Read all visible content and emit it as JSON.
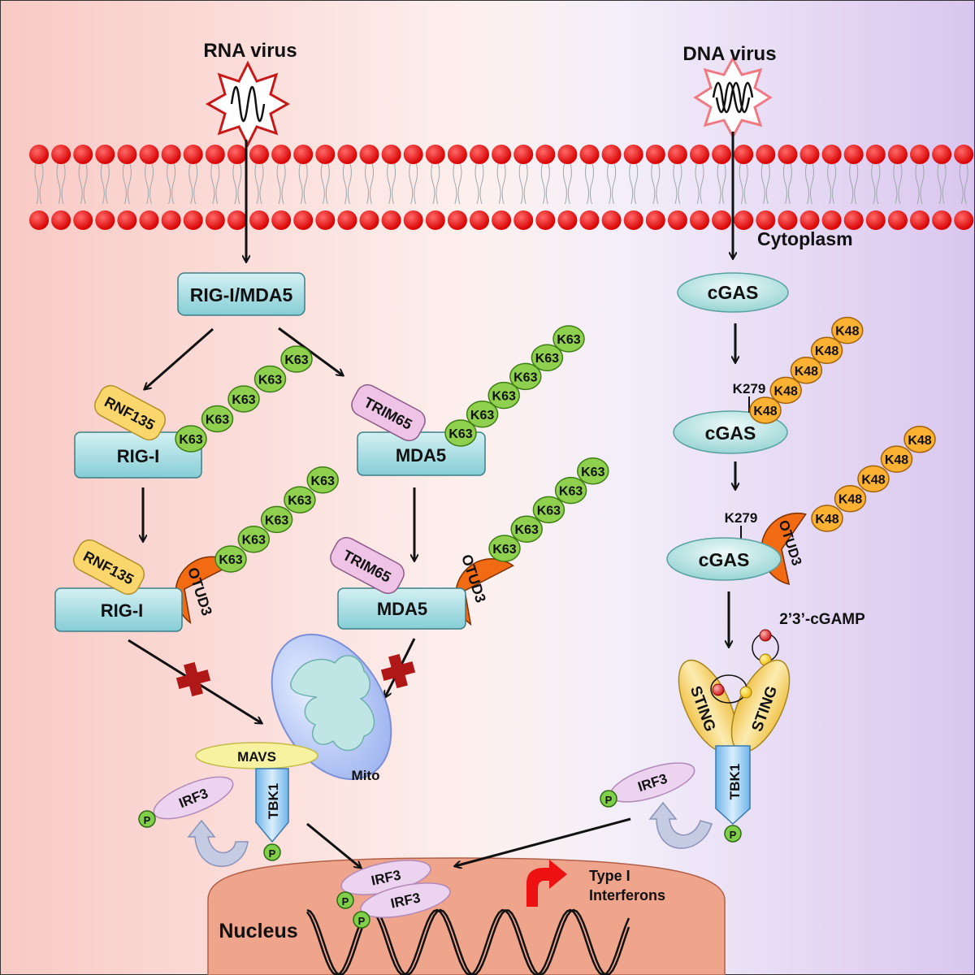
{
  "labels": {
    "rna_virus": "RNA virus",
    "dna_virus": "DNA virus",
    "cytoplasm": "Cytoplasm",
    "nucleus": "Nucleus",
    "rig_mda5": "RIG-I/MDA5",
    "rig_i": "RIG-I",
    "mda5": "MDA5",
    "rnf135": "RNF135",
    "trim65": "TRIM65",
    "otud3": "OTUD3",
    "cgas": "cGAS",
    "k279": "K279",
    "cgamp": "2’3’-cGAMP",
    "sting": "STING",
    "tbk1": "TBK1",
    "mavs": "MAVS",
    "mito": "Mito",
    "irf3": "IRF3",
    "p": "P",
    "k63": "K63",
    "k48": "K48",
    "ifn_line1": "Type I",
    "ifn_line2": "Interferons"
  },
  "colors": {
    "bg_left": "#f9c9c4",
    "bg_right": "#d9c6ee",
    "lipid_head": "#e00000",
    "box_fill": "#a9dde3",
    "rnf135": "#fbd66c",
    "trim65": "#eec3e6",
    "otud3": "#f26a12",
    "k63": "#8fd14f",
    "k48": "#fcb133",
    "mavs": "#f6f2a0",
    "tbk1": "#8fc8f0",
    "irf3": "#ecd3f0",
    "nucleus": "#efa48c",
    "arrow": "#111111",
    "block_cross": "#b01818",
    "ifn_arrow": "#ee1111"
  }
}
